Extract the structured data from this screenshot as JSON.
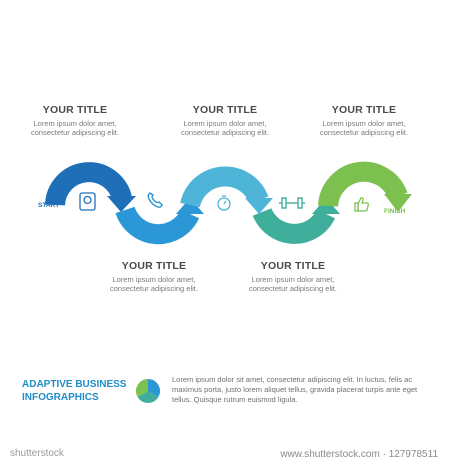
{
  "colors": {
    "blue_dark": "#1f6fb8",
    "blue": "#2b97d6",
    "teal_light": "#4fb5d8",
    "teal": "#3fae9b",
    "green": "#7cc150",
    "text_dark": "#4a4a4a",
    "text_light": "#7a7a7a"
  },
  "steps": [
    {
      "title": "YOUR TITLE",
      "desc": "Lorem ipsum dolor amet, consectetur adipiscing elit.",
      "icon": "scale-icon"
    },
    {
      "title": "YOUR TITLE",
      "desc": "Lorem ipsum dolor amet, consectetur adipiscing elit.",
      "icon": "phone-icon"
    },
    {
      "title": "YOUR TITLE",
      "desc": "Lorem ipsum dolor amet, consectetur adipiscing elit.",
      "icon": "stopwatch-icon"
    },
    {
      "title": "YOUR TITLE",
      "desc": "Lorem ipsum dolor amet, consectetur adipiscing elit.",
      "icon": "dumbbell-icon"
    },
    {
      "title": "YOUR TITLE",
      "desc": "Lorem ipsum dolor amet, consectetur adipiscing elit.",
      "icon": "thumbs-up-icon"
    }
  ],
  "labels": {
    "start": "START",
    "finish": "FINISH"
  },
  "footer": {
    "title_line1": "ADAPTIVE BUSINESS",
    "title_line2": "INFOGRAPHICS",
    "text": "Lorem ipsum dolor sit amet, consectetur adipiscing elit. In luctus, felis ac maximus porta, justo lorem aliquet tellus, gravida placerat turpis ante eget tellus. Quisque rutrum euismod ligula."
  },
  "watermark": {
    "brand": "shutterstock",
    "id": "www.shutterstock.com · 127978511"
  }
}
